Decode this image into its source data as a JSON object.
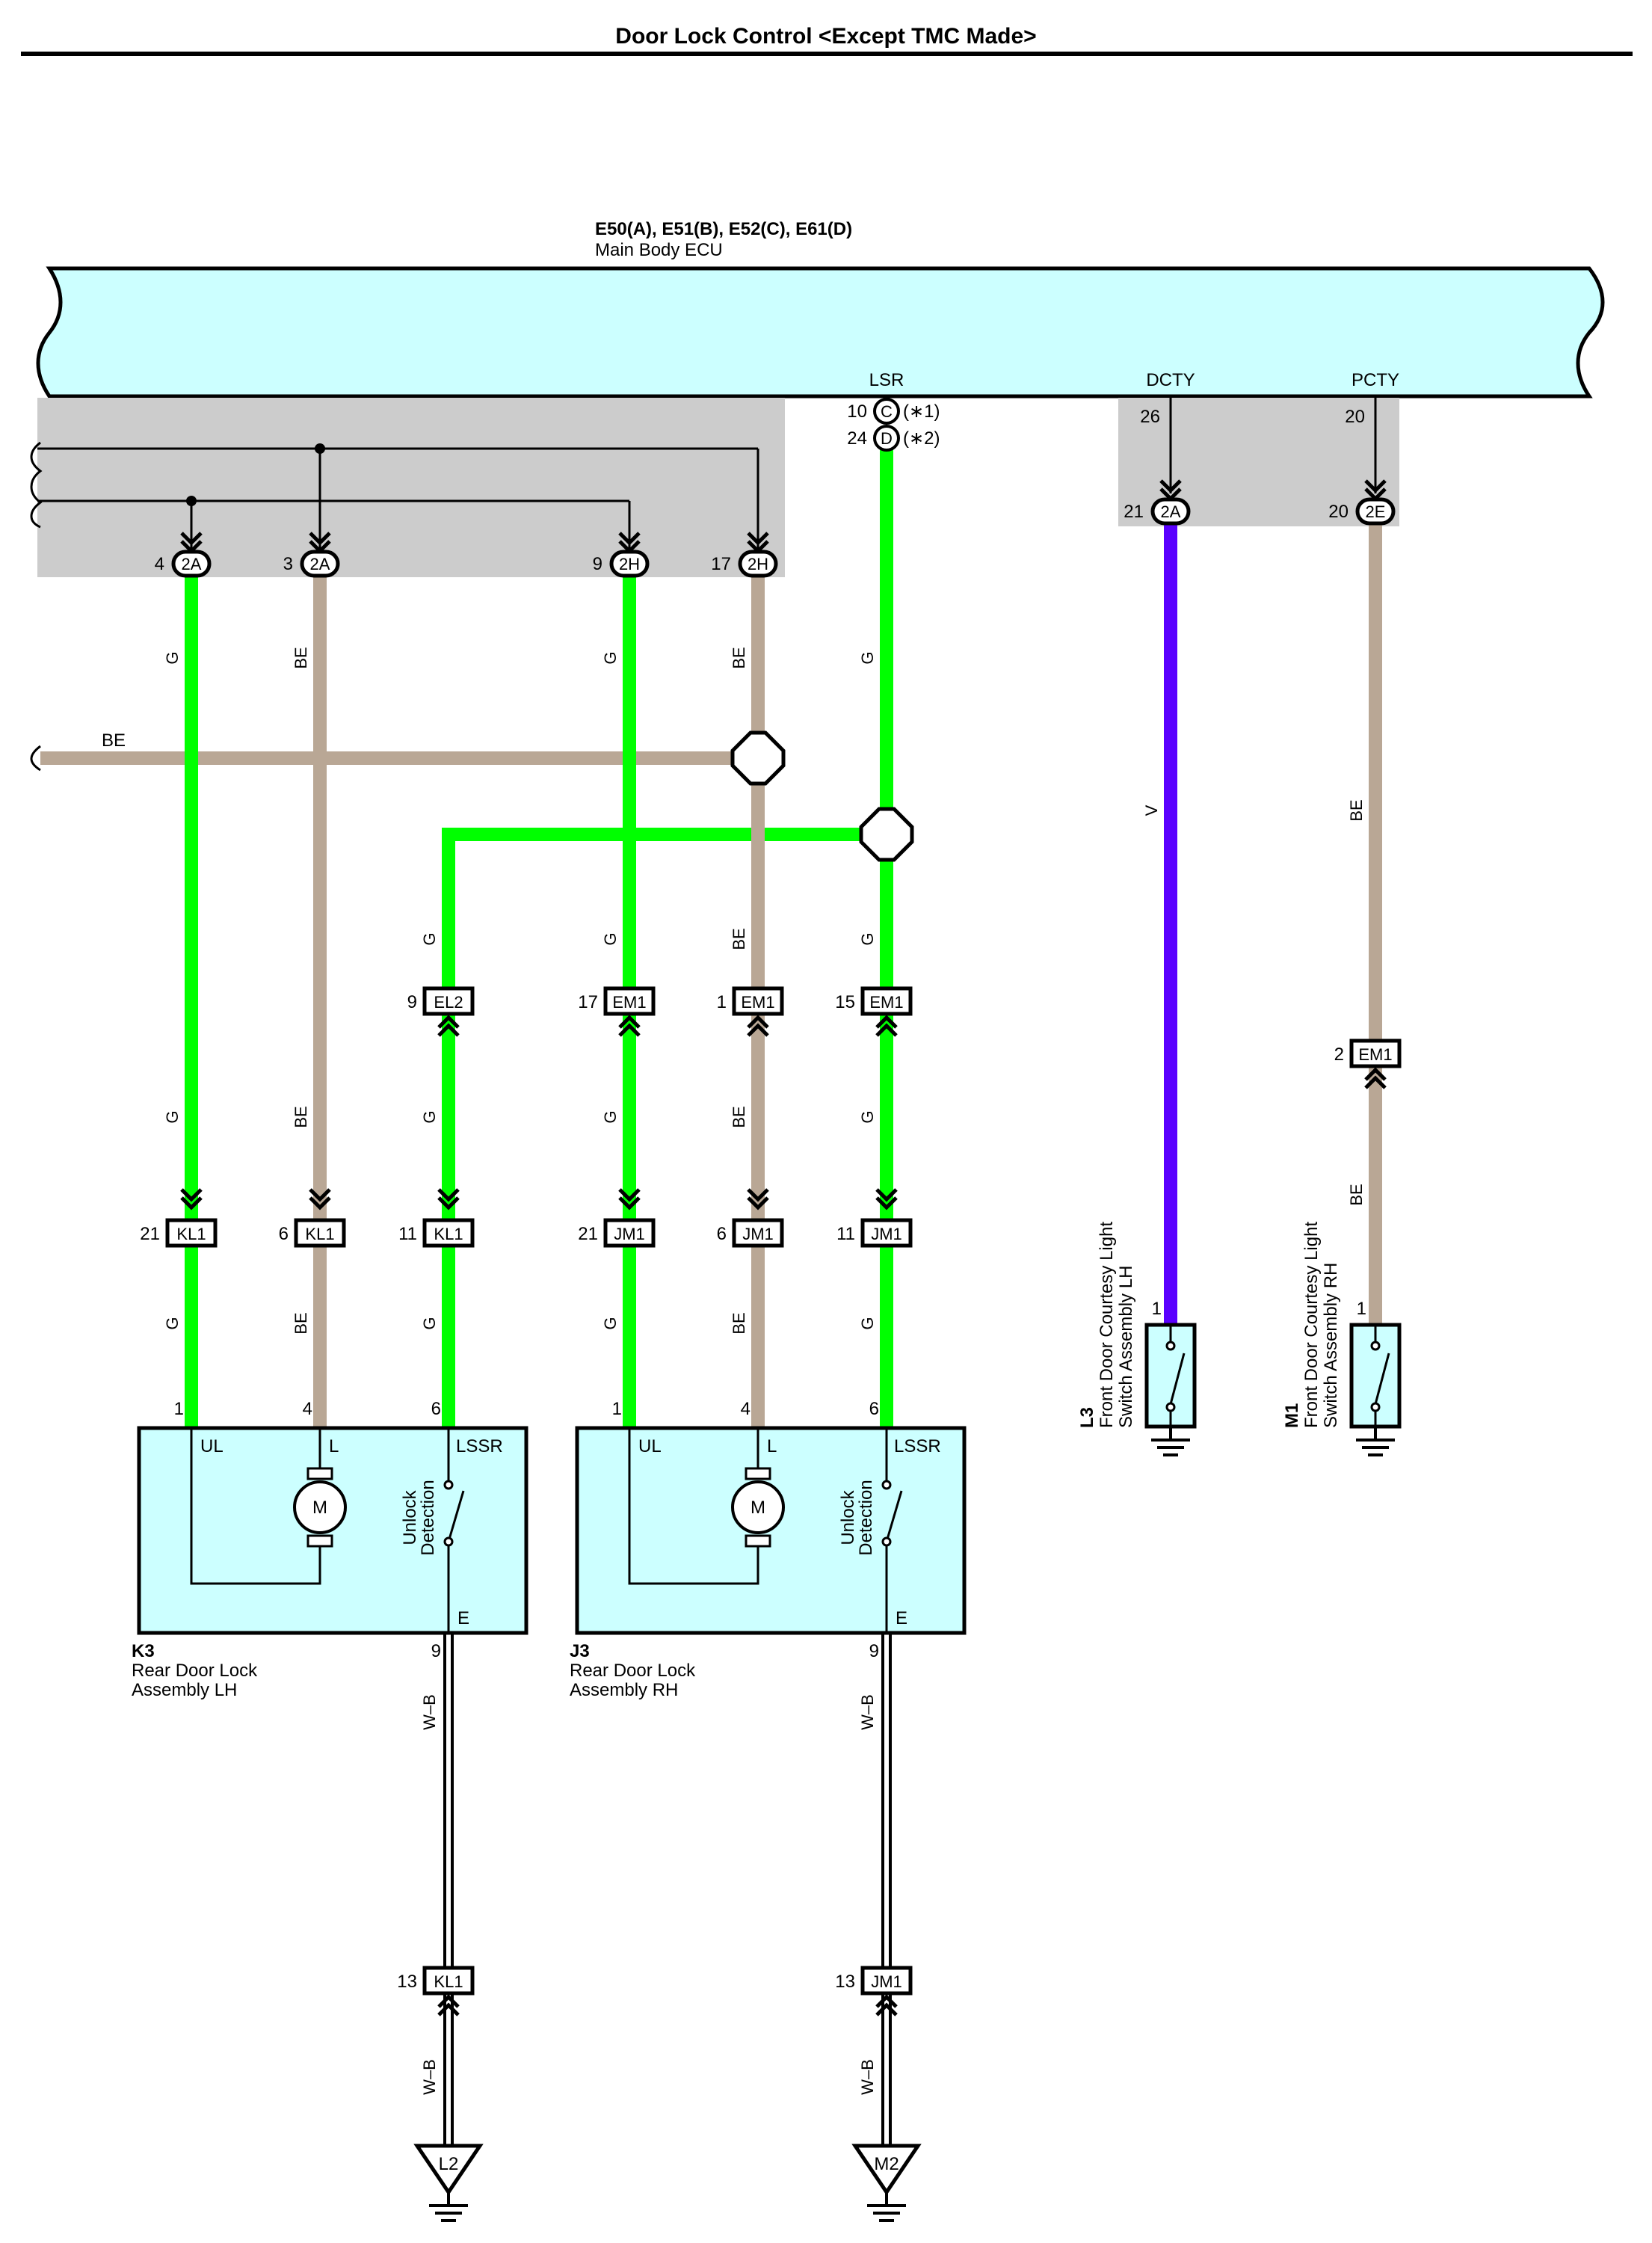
{
  "title": "Door Lock Control <Except TMC Made>",
  "ecu": {
    "connectors": "E50(A), E51(B), E52(C), E61(D)",
    "name": "Main Body ECU"
  },
  "ecu_terminals": {
    "lsr": "LSR",
    "lsr_pin1": "10",
    "lsr_conn1": "C",
    "lsr_note1": "(∗1)",
    "lsr_pin2": "24",
    "lsr_conn2": "D",
    "lsr_note2": "(∗2)",
    "dcty": "DCTY",
    "dcty_pin": "26",
    "pcty": "PCTY",
    "pcty_pin": "20"
  },
  "junctions": [
    {
      "pin": "4",
      "code": "2A"
    },
    {
      "pin": "3",
      "code": "2A"
    },
    {
      "pin": "9",
      "code": "2H"
    },
    {
      "pin": "17",
      "code": "2H"
    },
    {
      "pin": "21",
      "code": "2A"
    },
    {
      "pin": "20",
      "code": "2E"
    }
  ],
  "wire_colors": {
    "g": "G",
    "be": "BE",
    "v": "V",
    "wb": "W–B"
  },
  "colors": {
    "green": "#00ff00",
    "beige": "#b9a795",
    "violet": "#5a00ff",
    "ecu_fill": "#ccffff",
    "shade": "#cccccc"
  },
  "connectors_mid": [
    {
      "pin": "9",
      "code": "EL2"
    },
    {
      "pin": "17",
      "code": "EM1"
    },
    {
      "pin": "1",
      "code": "EM1"
    },
    {
      "pin": "15",
      "code": "EM1"
    },
    {
      "pin": "2",
      "code": "EM1"
    }
  ],
  "connectors_low": [
    {
      "pin": "21",
      "code": "KL1"
    },
    {
      "pin": "6",
      "code": "KL1"
    },
    {
      "pin": "11",
      "code": "KL1"
    },
    {
      "pin": "21",
      "code": "JM1"
    },
    {
      "pin": "6",
      "code": "JM1"
    },
    {
      "pin": "11",
      "code": "JM1"
    }
  ],
  "lock_lh": {
    "id": "K3",
    "name1": "Rear Door Lock",
    "name2": "Assembly LH",
    "pin_ul": "1",
    "pin_l": "4",
    "pin_lssr": "6",
    "pin_e": "9",
    "ul": "UL",
    "l": "L",
    "lssr": "LSSR",
    "e": "E",
    "motor": "M",
    "det1": "Unlock",
    "det2": "Detection"
  },
  "lock_rh": {
    "id": "J3",
    "name1": "Rear Door Lock",
    "name2": "Assembly RH",
    "pin_ul": "1",
    "pin_l": "4",
    "pin_lssr": "6",
    "pin_e": "9",
    "ul": "UL",
    "l": "L",
    "lssr": "LSSR",
    "e": "E",
    "motor": "M",
    "det1": "Unlock",
    "det2": "Detection"
  },
  "switch_lh": {
    "id": "L3",
    "name1": "Front Door Courtesy Light",
    "name2": "Switch Assembly LH",
    "pin": "1"
  },
  "switch_rh": {
    "id": "M1",
    "name1": "Front Door Courtesy Light",
    "name2": "Switch Assembly RH",
    "pin": "1"
  },
  "grounds": [
    {
      "pin": "13",
      "code": "KL1",
      "point": "L2"
    },
    {
      "pin": "13",
      "code": "JM1",
      "point": "M2"
    }
  ]
}
